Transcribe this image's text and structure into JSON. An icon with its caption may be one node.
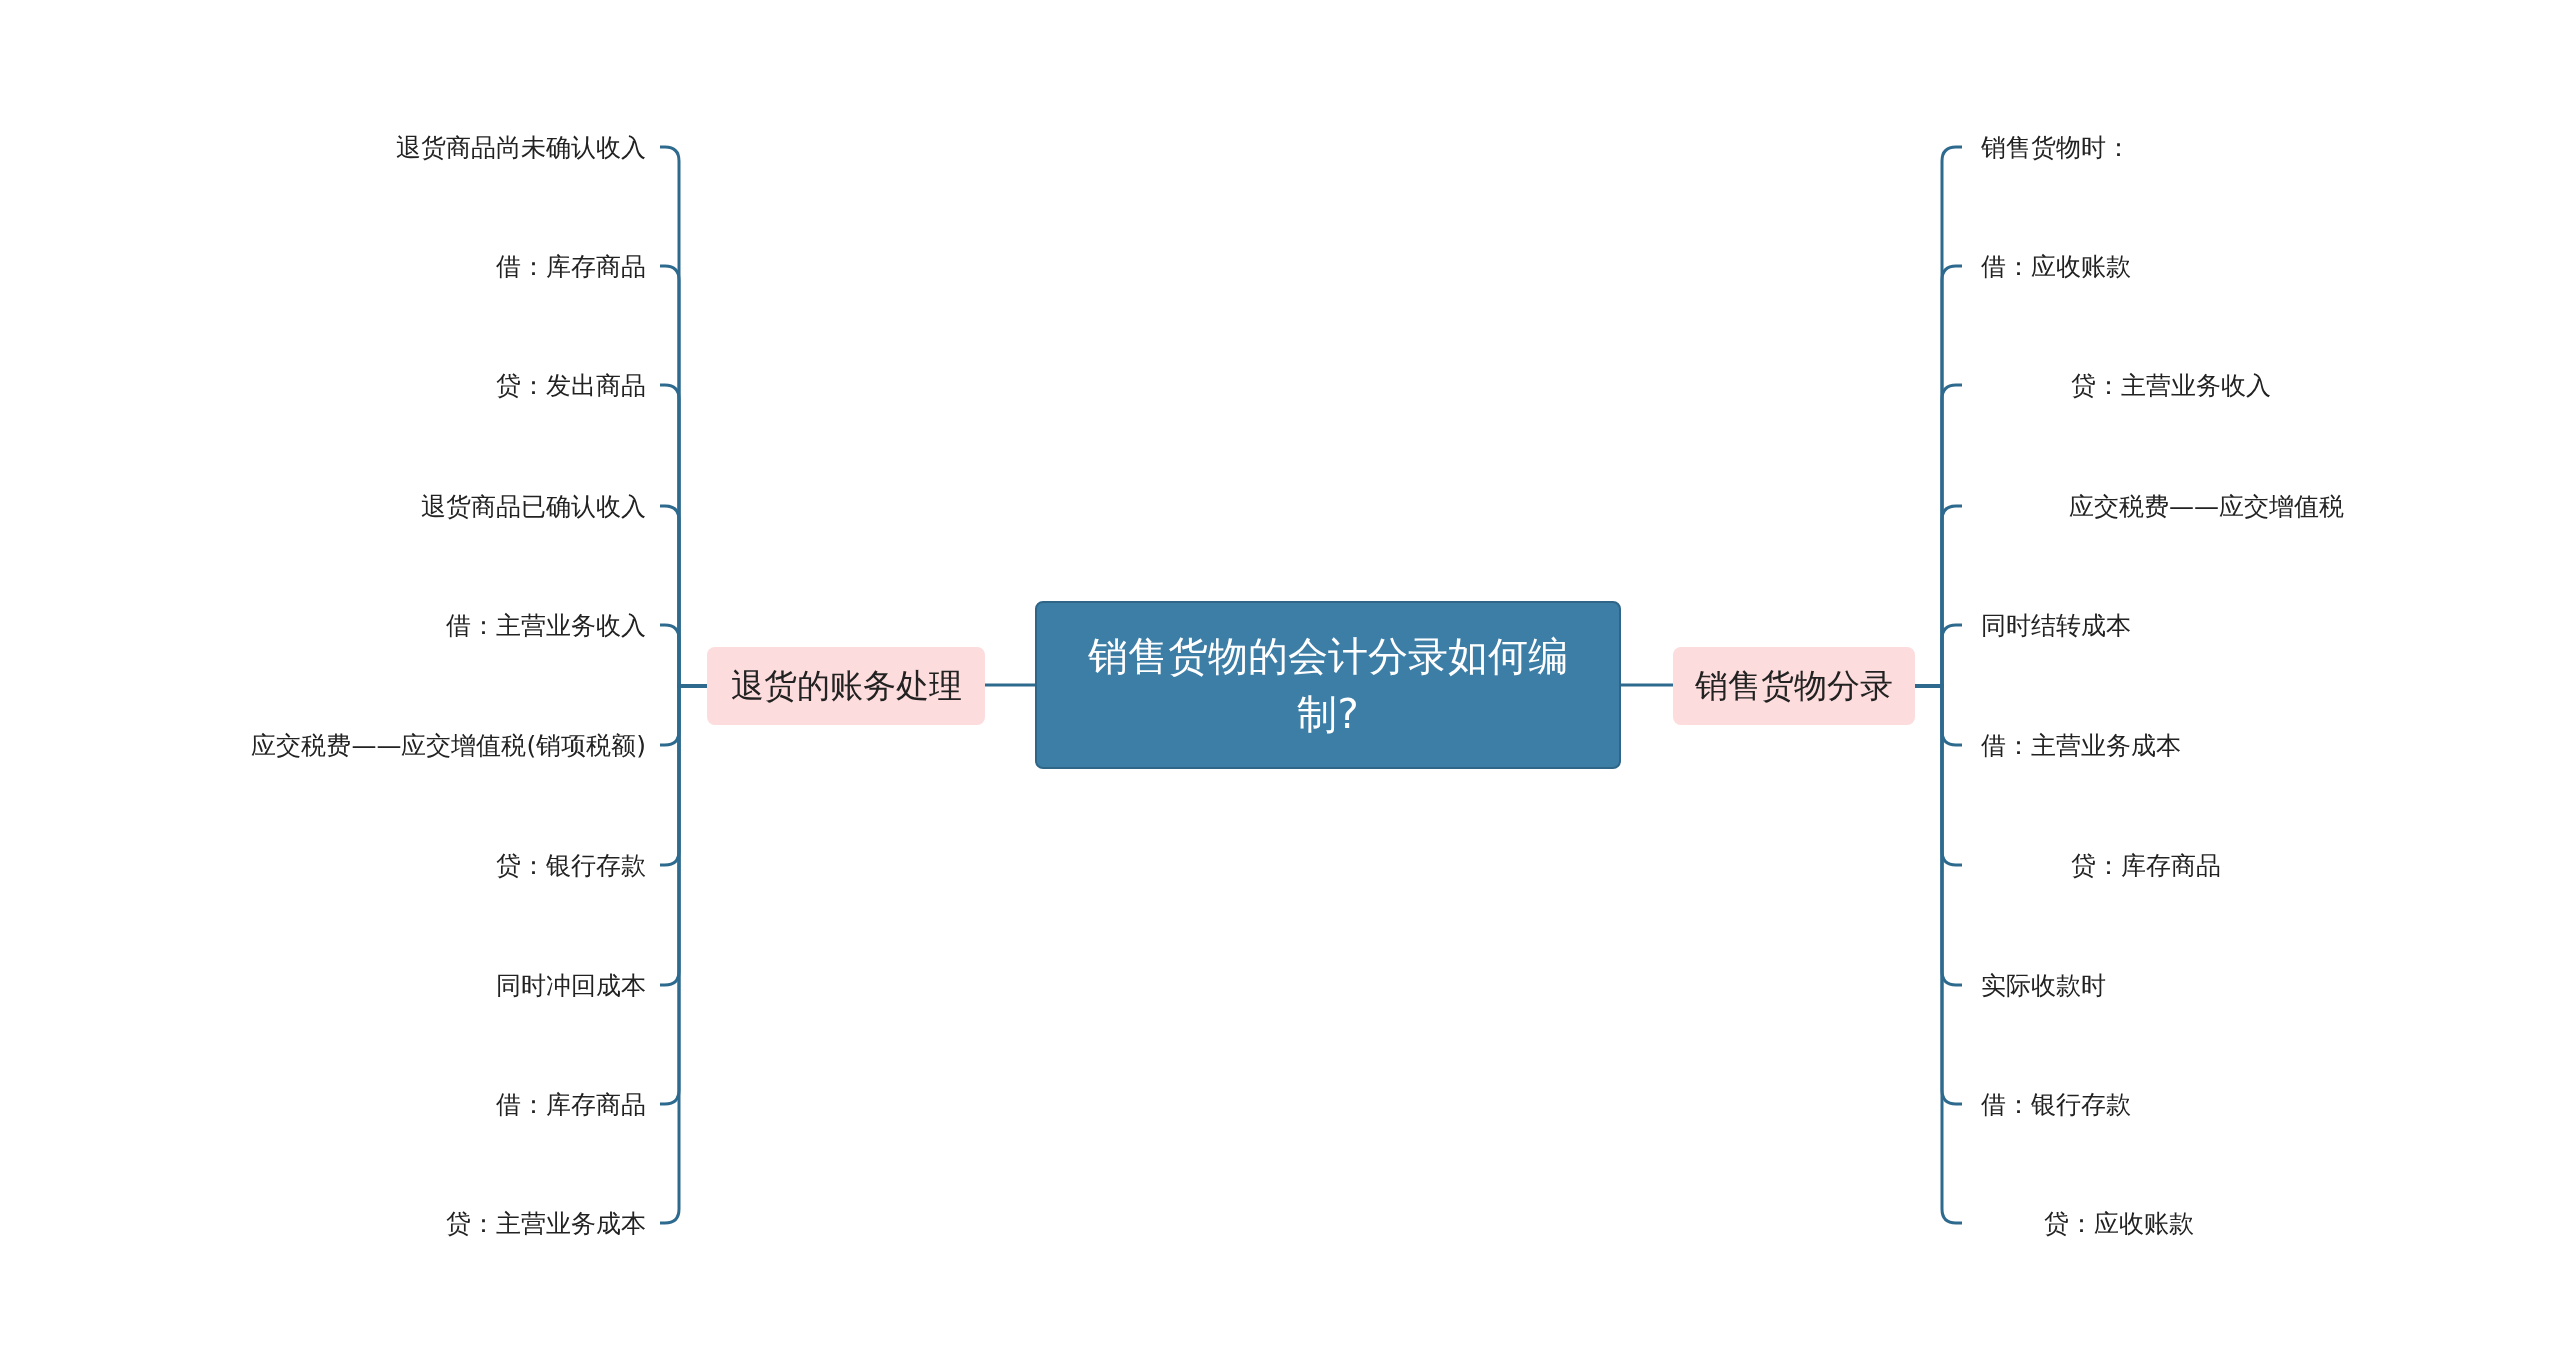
{
  "diagram": {
    "nodes": [
      {
        "text": [
          "销售货物的会计分录如何编制?"
        ]
      },
      {
        "text": [
          "退货的账务处理"
        ]
      },
      {
        "text": [
          "退货商品尚未确认收入"
        ]
      },
      {
        "text": [
          "借：库存商品"
        ]
      },
      {
        "text": [
          "贷：发出商品"
        ]
      },
      {
        "text": [
          "退货商品已确认收入"
        ]
      },
      {
        "text": [
          "借：主营业务收入"
        ]
      },
      {
        "text": [
          "应交税费——应交增值税(销项税额)"
        ]
      },
      {
        "text": [
          "贷：银行存款"
        ]
      },
      {
        "text": [
          "同时冲回成本"
        ]
      },
      {
        "text": [
          "借：库存商品"
        ]
      },
      {
        "text": [
          "贷：主营业务成本"
        ]
      },
      {
        "text": [
          "销售货物分录"
        ]
      },
      {
        "text": [
          "销售货物时："
        ]
      },
      {
        "text": [
          "借：应收账款"
        ]
      },
      {
        "text": [
          "贷：主营业务收入"
        ]
      },
      {
        "text": [
          "应交税费——应交增值税"
        ]
      },
      {
        "text": [
          "同时结转成本"
        ]
      },
      {
        "text": [
          "借：主营业务成本"
        ]
      },
      {
        "text": [
          "贷：库存商品"
        ]
      },
      {
        "text": [
          "实际收款时"
        ]
      },
      {
        "text": [
          "借：银行存款"
        ]
      },
      {
        "text": [
          "贷：应收账款"
        ]
      }
    ],
    "edges": [
      {
        "from": 0,
        "to": 1,
        "arrow": "none"
      },
      {
        "from": 1,
        "to": 2,
        "arrow": "none"
      },
      {
        "from": 1,
        "to": 3,
        "arrow": "none"
      },
      {
        "from": 1,
        "to": 4,
        "arrow": "none"
      },
      {
        "from": 1,
        "to": 5,
        "arrow": "none"
      },
      {
        "from": 1,
        "to": 6,
        "arrow": "none"
      },
      {
        "from": 1,
        "to": 7,
        "arrow": "none"
      },
      {
        "from": 1,
        "to": 8,
        "arrow": "none"
      },
      {
        "from": 1,
        "to": 9,
        "arrow": "none"
      },
      {
        "from": 1,
        "to": 10,
        "arrow": "none"
      },
      {
        "from": 1,
        "to": 11,
        "arrow": "none"
      },
      {
        "from": 0,
        "to": 12,
        "arrow": "none"
      },
      {
        "from": 12,
        "to": 13,
        "arrow": "none"
      },
      {
        "from": 12,
        "to": 14,
        "arrow": "none"
      },
      {
        "from": 12,
        "to": 15,
        "arrow": "none"
      },
      {
        "from": 12,
        "to": 16,
        "arrow": "none"
      },
      {
        "from": 12,
        "to": 17,
        "arrow": "none"
      },
      {
        "from": 12,
        "to": 18,
        "arrow": "none"
      },
      {
        "from": 12,
        "to": 19,
        "arrow": "none"
      },
      {
        "from": 12,
        "to": 20,
        "arrow": "none"
      },
      {
        "from": 12,
        "to": 21,
        "arrow": "none"
      },
      {
        "from": 12,
        "to": 22,
        "arrow": "none"
      }
    ]
  }
}
